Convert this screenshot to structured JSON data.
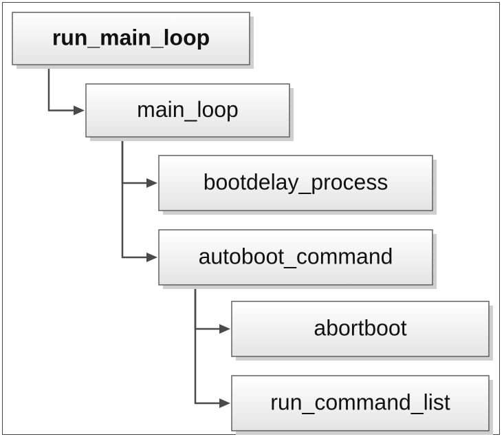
{
  "diagram": {
    "type": "call-tree",
    "nodes": [
      {
        "id": "run_main_loop",
        "label": "run_main_loop",
        "bold": true,
        "parent": null
      },
      {
        "id": "main_loop",
        "label": "main_loop",
        "bold": false,
        "parent": "run_main_loop"
      },
      {
        "id": "bootdelay_process",
        "label": "bootdelay_process",
        "bold": false,
        "parent": "main_loop"
      },
      {
        "id": "autoboot_command",
        "label": "autoboot_command",
        "bold": false,
        "parent": "main_loop"
      },
      {
        "id": "abortboot",
        "label": "abortboot",
        "bold": false,
        "parent": "autoboot_command"
      },
      {
        "id": "run_command_list",
        "label": "run_command_list",
        "bold": false,
        "parent": "autoboot_command"
      }
    ]
  },
  "colors": {
    "box_fill_top": "#ffffff",
    "box_fill_bottom": "#e6e6e6",
    "box_border": "#555555",
    "connector": "#4a4a4a",
    "text": "#111111"
  }
}
